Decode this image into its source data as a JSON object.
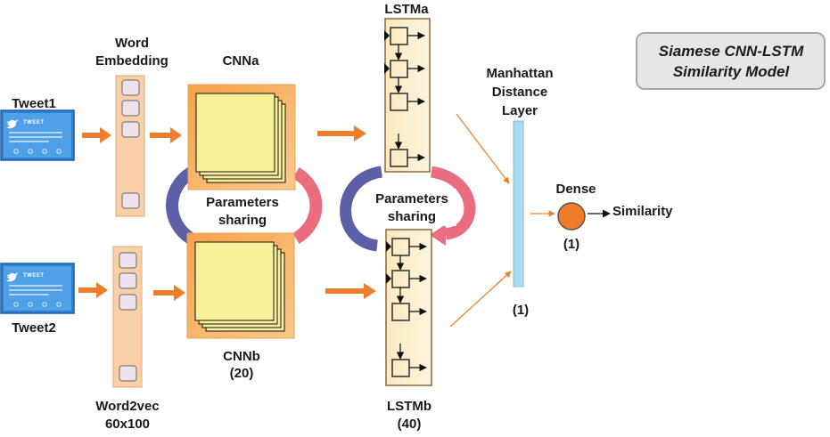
{
  "title": {
    "line1": "Siamese CNN-LSTM",
    "line2": "Similarity Model"
  },
  "inputs": {
    "tweet1": "Tweet1",
    "tweet2": "Tweet2",
    "card_header": "TWEET"
  },
  "embedding": {
    "label_line1": "Word",
    "label_line2": "Embedding",
    "bottom_line1": "Word2vec",
    "bottom_line2": "60x100"
  },
  "cnn": {
    "top_label": "CNNa",
    "bottom_label": "CNNb",
    "bottom_units": "(20)",
    "sharing_line1": "Parameters",
    "sharing_line2": "sharing"
  },
  "lstm": {
    "top_label": "LSTMa",
    "bottom_label": "LSTMb",
    "bottom_units": "(40)",
    "sharing_line1": "Parameters",
    "sharing_line2": "sharing"
  },
  "manhattan": {
    "line1": "Manhattan",
    "line2": "Distance",
    "line3": "Layer",
    "units": "(1)"
  },
  "dense": {
    "label": "Dense",
    "units": "(1)"
  },
  "output": {
    "label": "Similarity"
  },
  "colors": {
    "arrow_orange": "#ee7d2c",
    "embedding_fill": "#f9cfa8",
    "cnn_yellow": "#f8ef9a",
    "shared_blue": "#5a5fa8",
    "shared_pink": "#e96d7e",
    "manhattan_fill": "#a9dcec",
    "dense_fill": "#f07c2a",
    "lstm_fill": "#fcf1cf"
  }
}
